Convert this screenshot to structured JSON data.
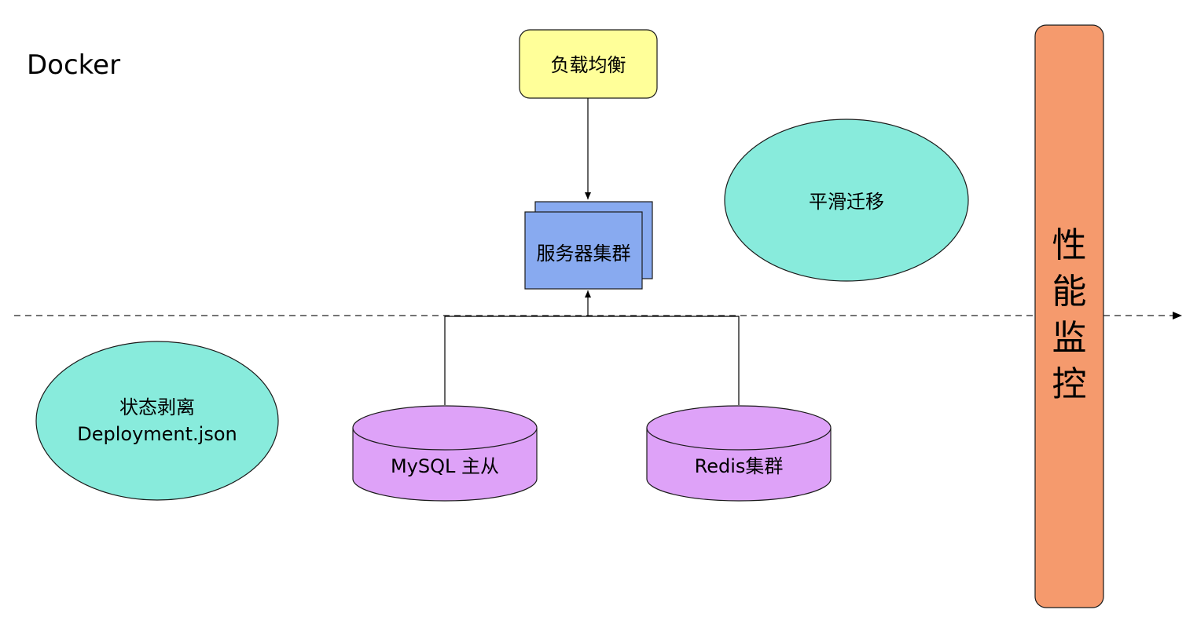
{
  "title": "Docker",
  "nodes": {
    "load_balancer": "负载均衡",
    "server_cluster": "服务器集群",
    "smooth_migration": "平滑迁移",
    "state_separation_line1": "状态剥离",
    "state_separation_line2": "Deployment.json",
    "mysql": "MySQL 主从",
    "redis": "Redis集群",
    "performance_monitor": [
      "性",
      "能",
      "监",
      "控"
    ]
  },
  "colors": {
    "load_balancer_fill": "#ffff99",
    "server_fill": "#88aaf0",
    "ellipse_fill": "#88ebdc",
    "database_fill": "#dea2f8",
    "monitor_fill": "#f59a6d",
    "stroke": "#1a1a1a"
  }
}
